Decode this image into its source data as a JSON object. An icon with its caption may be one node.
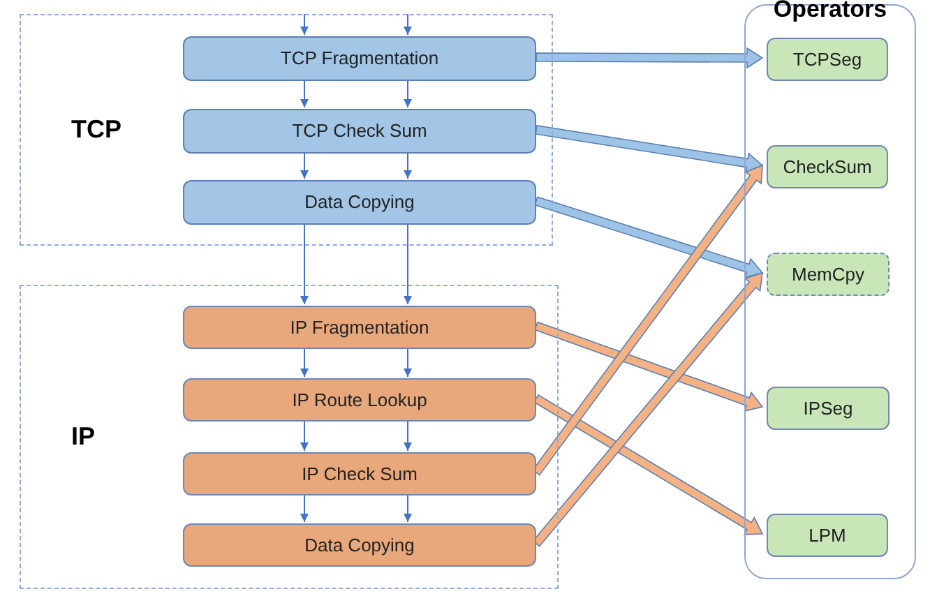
{
  "diagram": {
    "nodes": [
      {
        "text": [
          "TCP"
        ]
      },
      {
        "text": [
          "TCP Fragmentation"
        ],
        "in": 0
      },
      {
        "text": [
          "TCP Check Sum"
        ],
        "in": 0
      },
      {
        "text": [
          "Data Copying"
        ],
        "in": 0
      },
      {
        "text": [
          "IP"
        ]
      },
      {
        "text": [
          "IP Fragmentation"
        ],
        "in": 4
      },
      {
        "text": [
          "IP Route Lookup"
        ],
        "in": 4
      },
      {
        "text": [
          "IP Check Sum"
        ],
        "in": 4
      },
      {
        "text": [
          "Data Copying"
        ],
        "in": 4
      },
      {
        "text": [
          "Operators"
        ]
      },
      {
        "text": [
          "TCPSeg"
        ],
        "in": 9
      },
      {
        "text": [
          "CheckSum"
        ],
        "in": 9
      },
      {
        "text": [
          "MemCpy"
        ],
        "in": 9
      },
      {
        "text": [
          "IPSeg"
        ],
        "in": 9
      },
      {
        "text": [
          "LPM"
        ],
        "in": 9
      }
    ],
    "edges": [
      {
        "from": null,
        "to": 1,
        "arrow": "to"
      },
      {
        "from": null,
        "to": 1,
        "arrow": "to"
      },
      {
        "from": 1,
        "to": 2,
        "arrow": "to"
      },
      {
        "from": 1,
        "to": 2,
        "arrow": "to"
      },
      {
        "from": 2,
        "to": 3,
        "arrow": "to"
      },
      {
        "from": 2,
        "to": 3,
        "arrow": "to"
      },
      {
        "from": 3,
        "to": 5,
        "arrow": "to"
      },
      {
        "from": 3,
        "to": 5,
        "arrow": "to"
      },
      {
        "from": 5,
        "to": 6,
        "arrow": "to"
      },
      {
        "from": 5,
        "to": 6,
        "arrow": "to"
      },
      {
        "from": 6,
        "to": 7,
        "arrow": "to"
      },
      {
        "from": 6,
        "to": 7,
        "arrow": "to"
      },
      {
        "from": 7,
        "to": 8,
        "arrow": "to"
      },
      {
        "from": 7,
        "to": 8,
        "arrow": "to"
      },
      {
        "from": 1,
        "to": 10,
        "arrow": "to",
        "style": "thick",
        "color": "#9dc3e6"
      },
      {
        "from": 2,
        "to": 11,
        "arrow": "to",
        "style": "thick",
        "color": "#9dc3e6"
      },
      {
        "from": 3,
        "to": 12,
        "arrow": "to",
        "style": "thick",
        "color": "#9dc3e6"
      },
      {
        "from": 5,
        "to": 13,
        "arrow": "to",
        "style": "thick",
        "color": "#f4b183"
      },
      {
        "from": 6,
        "to": 14,
        "arrow": "to",
        "style": "thick",
        "color": "#f4b183"
      },
      {
        "from": 7,
        "to": 11,
        "arrow": "to",
        "style": "thick",
        "color": "#f4b183"
      },
      {
        "from": 8,
        "to": 12,
        "arrow": "to",
        "style": "thick",
        "color": "#f4b183"
      }
    ]
  }
}
